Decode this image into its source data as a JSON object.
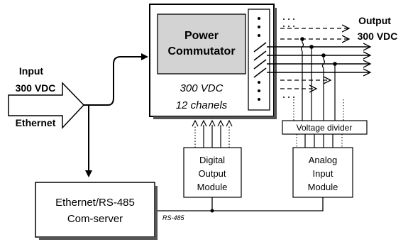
{
  "input": {
    "line1": "Input",
    "line2": "300 VDC",
    "line3": "Ethernet"
  },
  "output": {
    "line1": "Output",
    "line2": "300 VDC"
  },
  "commutator": {
    "title_line1": "Power",
    "title_line2": "Commutator",
    "spec_line1": "300 VDC",
    "spec_line2": "12 chanels"
  },
  "voltage_divider": {
    "label": "Voltage divider"
  },
  "digital_module": {
    "line1": "Digital",
    "line2": "Output",
    "line3": "Module"
  },
  "analog_module": {
    "line1": "Analog",
    "line2": "Input",
    "line3": "Module"
  },
  "com_server": {
    "line1": "Ethernet/RS-485",
    "line2": "Com-server"
  },
  "bus": {
    "label": "RS-485"
  }
}
